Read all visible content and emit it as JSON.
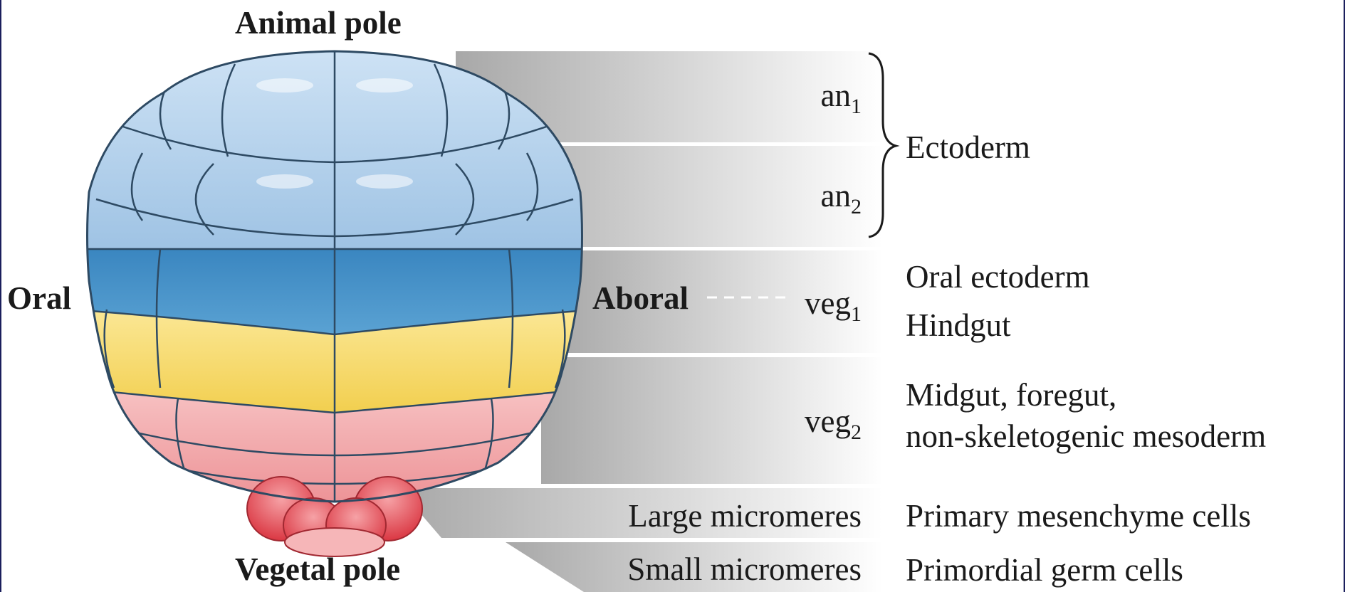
{
  "labels": {
    "animal_pole": "Animal pole",
    "vegetal_pole": "Vegetal pole",
    "oral": "Oral",
    "aboral": "Aboral"
  },
  "tiers": [
    {
      "base": "an",
      "sub": "1"
    },
    {
      "base": "an",
      "sub": "2"
    },
    {
      "base": "veg",
      "sub": "1"
    },
    {
      "base": "veg",
      "sub": "2"
    },
    {
      "base": "Large micromeres",
      "sub": ""
    },
    {
      "base": "Small micromeres",
      "sub": ""
    }
  ],
  "fates": {
    "ectoderm": "Ectoderm",
    "veg1_line1": "Oral ectoderm",
    "veg1_line2": "Hindgut",
    "veg2_line1": "Midgut, foregut,",
    "veg2_line2": "non-skeletogenic mesoderm",
    "large_micromeres": "Primary mesenchyme cells",
    "small_micromeres": "Primordial germ cells"
  },
  "colors": {
    "animal_cells": "#b7d3ec",
    "veg1_oral_band": "#4a94c9",
    "veg1_yellow": "#f6da6e",
    "veg2_pink": "#f2a3a6",
    "micromeres_red": "#e2434d",
    "band_gray": "#cfcfcf",
    "frame_edge": "#1b1f5c"
  }
}
